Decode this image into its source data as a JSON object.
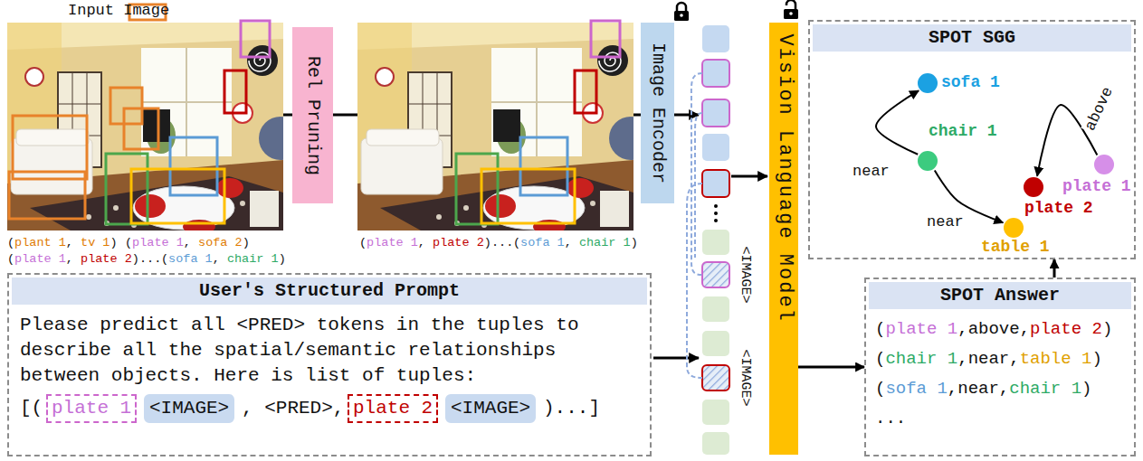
{
  "diagram": {
    "nodes": [
      {
        "text": [
          "Rel Pruning"
        ]
      },
      {
        "text": [
          "Image Encoder"
        ]
      },
      {
        "text": [
          "Vision Language Model"
        ]
      },
      {
        "text": [
          "SPOT SGG"
        ]
      },
      {
        "text": [
          "sofa 1"
        ],
        "in": 3
      },
      {
        "text": [
          "chair 1"
        ],
        "in": 3
      },
      {
        "text": [
          "plate 1"
        ],
        "in": 3
      },
      {
        "text": [
          "plate 2"
        ],
        "in": 3
      },
      {
        "text": [
          "table 1"
        ],
        "in": 3
      },
      {
        "text": [
          "SPOT Answer",
          "(plate 1,above,plate 2)",
          "(chair 1,near,table 1)",
          "(sofa 1,near,chair 1)",
          "..."
        ]
      },
      {
        "text": [
          "User's Structured Prompt",
          "Please predict all <PRED> tokens in the tuples to describe all the spatial/semantic relationships between objects. Here is list of tuples:"
        ]
      },
      {
        "text": [
          "plate 1"
        ],
        "in": 10
      },
      {
        "text": [
          "<IMAGE>"
        ],
        "in": 10
      },
      {
        "text": [
          "plate 2"
        ],
        "in": 10
      },
      {
        "text": [
          "<IMAGE>"
        ],
        "in": 10
      }
    ],
    "edges": [
      {
        "from": 5,
        "to": 4,
        "label": "near",
        "arrow": "to"
      },
      {
        "from": 6,
        "to": 7,
        "label": "above",
        "arrow": "to"
      },
      {
        "from": 5,
        "to": 8,
        "label": "near",
        "arrow": "to"
      },
      {
        "from": 2,
        "to": 9,
        "arrow": "to"
      },
      {
        "from": 9,
        "to": 3,
        "arrow": "to"
      }
    ],
    "labels": [
      "Input Image",
      "(plant 1, tv 1)",
      "(plate 1, sofa 2)",
      "(plate 1, plate 2)",
      "...",
      "(sofa 1, chair 1)",
      "(plate 1, plate 2)",
      "...",
      "(sofa 1, chair 1)",
      "<IMAGE>",
      "<IMAGE>",
      "[(",
      ", <PRED>,",
      ")...]"
    ]
  }
}
